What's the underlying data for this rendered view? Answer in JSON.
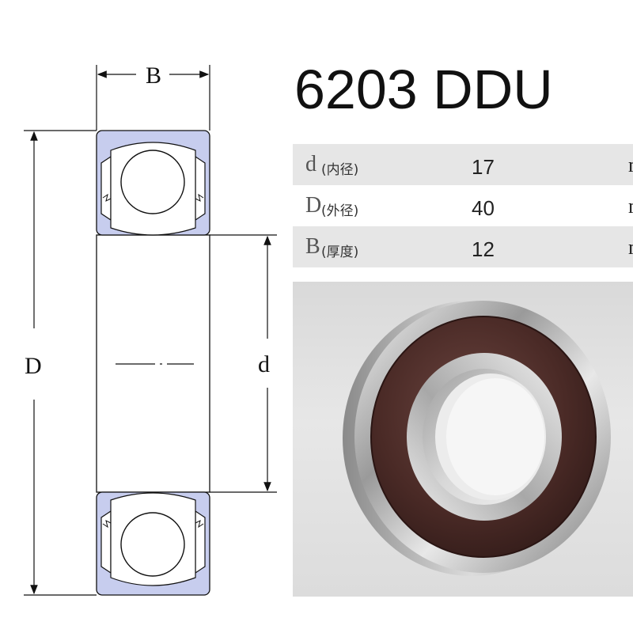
{
  "title": "6203 DDU",
  "diagram": {
    "label_B": "B",
    "label_D": "D",
    "label_d": "d"
  },
  "specs": [
    {
      "symbol": "d",
      "name": "(内径)",
      "value": "17",
      "unit": "m"
    },
    {
      "symbol": "D",
      "name": "(外径)",
      "value": "40",
      "unit": "m"
    },
    {
      "symbol": "B",
      "name": "(厚度)",
      "value": "12",
      "unit": "m"
    }
  ],
  "colors": {
    "race_fill": "#c7cdee",
    "seal_brown": "#4a2a26",
    "steel": "#c8c8c8"
  }
}
